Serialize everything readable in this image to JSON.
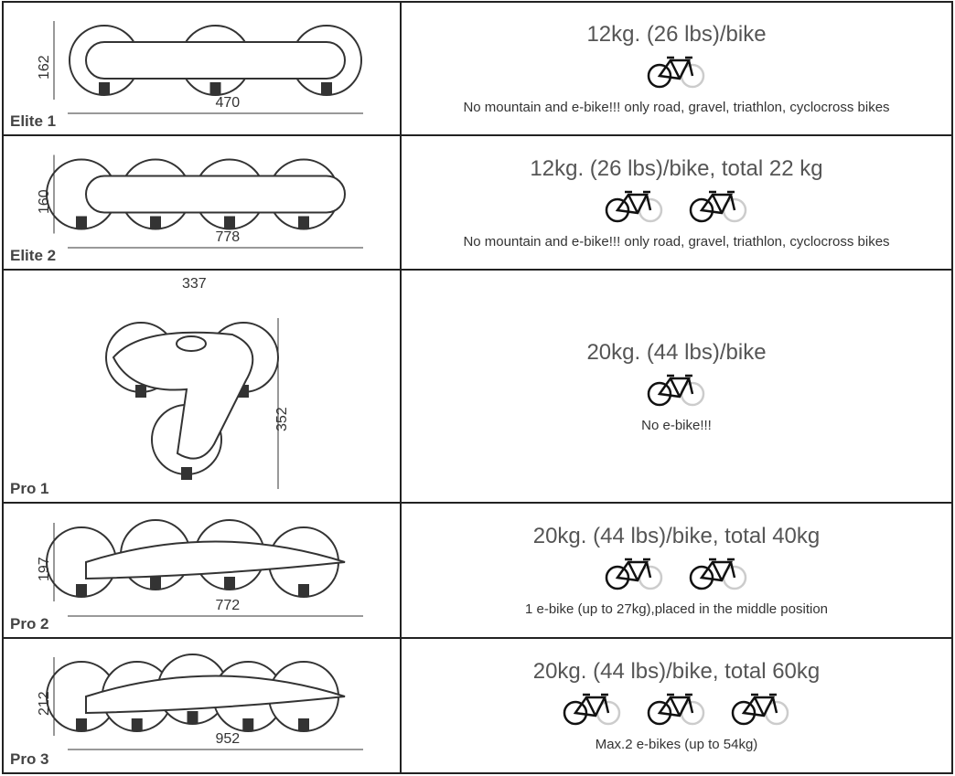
{
  "rows": [
    {
      "name": "Elite 1",
      "width_dim": "470",
      "height_dim": "162",
      "cups": 3,
      "shape": "straight",
      "title": "12kg. (26 lbs)/bike",
      "bikes": 1,
      "note": "No mountain and e-bike!!! only road, gravel, triathlon, cyclocross bikes"
    },
    {
      "name": "Elite 2",
      "width_dim": "778",
      "height_dim": "160",
      "cups": 4,
      "shape": "straight",
      "title": "12kg. (26 lbs)/bike, total 22 kg",
      "bikes": 2,
      "note": "No mountain and e-bike!!! only road, gravel, triathlon, cyclocross bikes"
    },
    {
      "name": "Pro 1",
      "width_dim": "337",
      "height_dim": "352",
      "cups": 3,
      "shape": "L",
      "title": "20kg. (44 lbs)/bike",
      "bikes": 1,
      "note": "No e-bike!!!"
    },
    {
      "name": "Pro 2",
      "width_dim": "772",
      "height_dim": "197",
      "cups": 4,
      "shape": "curved",
      "title": "20kg. (44 lbs)/bike, total 40kg",
      "bikes": 2,
      "note": "1 e-bike (up to 27kg),placed in the middle position"
    },
    {
      "name": "Pro 3",
      "width_dim": "952",
      "height_dim": "212",
      "cups": 5,
      "shape": "curved",
      "title": "20kg. (44 lbs)/bike, total 60kg",
      "bikes": 3,
      "note": "Max.2 e-bikes (up to 54kg)"
    }
  ]
}
